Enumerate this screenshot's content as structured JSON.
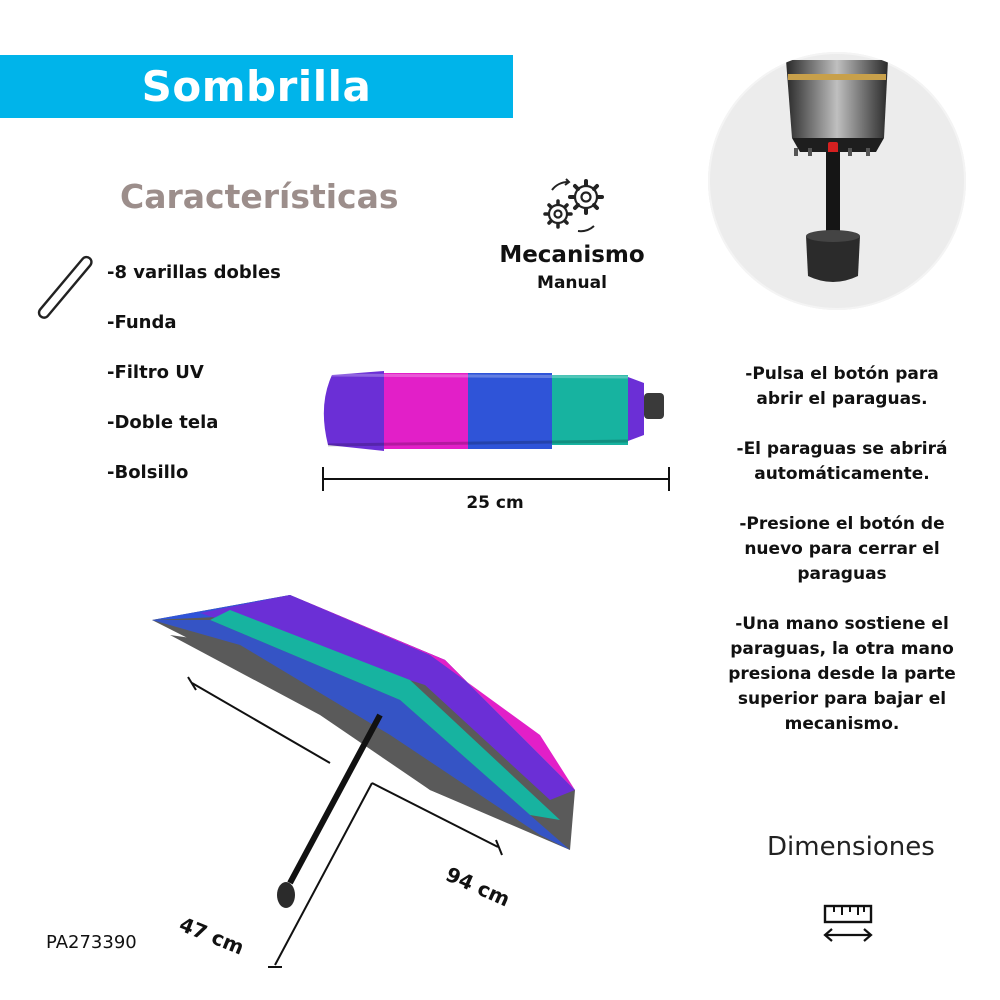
{
  "title": "Sombrilla",
  "features": {
    "heading": "Características",
    "items": [
      "-8 varillas dobles",
      "-Funda",
      "-Filtro UV",
      "-Doble tela",
      "-Bolsillo"
    ]
  },
  "mechanism": {
    "title": "Mecanismo",
    "subtitle": "Manual",
    "icon": "gears-icon"
  },
  "folded": {
    "length_label": "25 cm"
  },
  "instructions": [
    "-Pulsa el botón para abrir el paraguas.",
    "-El paraguas se abrirá automáticamente.",
    "-Presione el botón de nuevo para cerrar el paraguas",
    "-Una mano sostiene el paraguas, la otra mano presiona desde la parte superior para bajar el mecanismo."
  ],
  "open": {
    "width_label": "94 cm",
    "height_label": "47 cm"
  },
  "sku": "PA273390",
  "dimensions": {
    "label": "Dimensiones",
    "icon": "ruler-icon"
  },
  "colors": {
    "banner": "#00b4ea",
    "heading": "#9c8e8b",
    "purple": "#6b2fd6",
    "magenta": "#e21fc8",
    "blue": "#2f54d8",
    "teal": "#17b3a0",
    "canopy_underside": "#5a5a5a"
  }
}
